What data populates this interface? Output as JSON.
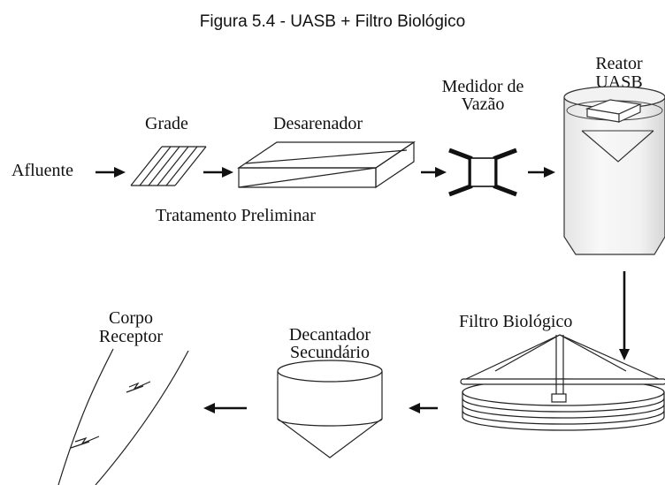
{
  "title": "Figura 5.4 - UASB + Filtro Biológico",
  "labels": {
    "afluente": "Afluente",
    "grade": "Grade",
    "desarenador": "Desarenador",
    "medidor_l1": "Medidor de",
    "medidor_l2": "Vazão",
    "reator_l1": "Reator",
    "reator_l2": "UASB",
    "tratamento_preliminar": "Tratamento Preliminar",
    "filtro": "Filtro Biológico",
    "decantador_l1": "Decantador",
    "decantador_l2": "Secundário",
    "corpo_l1": "Corpo",
    "corpo_l2": "Receptor"
  }
}
